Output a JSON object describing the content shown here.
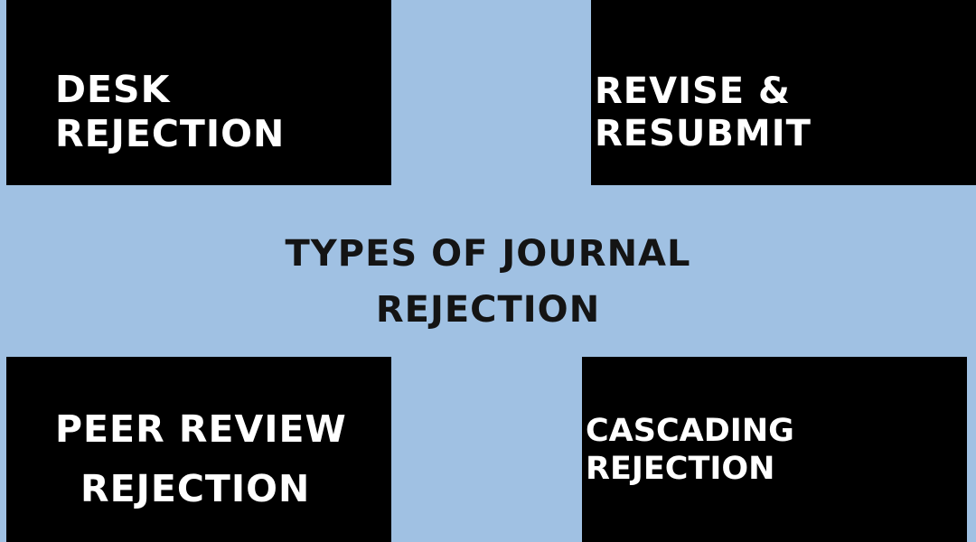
{
  "title": {
    "line1": "TYPES OF JOURNAL",
    "line2": "REJECTION"
  },
  "boxes": {
    "top_left": "DESK REJECTION",
    "top_right": "REVISE & RESUBMIT",
    "bottom_left_line1": "PEER REVIEW",
    "bottom_left_line2": "REJECTION",
    "bottom_right": "CASCADING REJECTION"
  },
  "colors": {
    "background": "#a0c1e3",
    "box": "#000000",
    "box_text": "#ffffff",
    "title_text": "#141414"
  }
}
